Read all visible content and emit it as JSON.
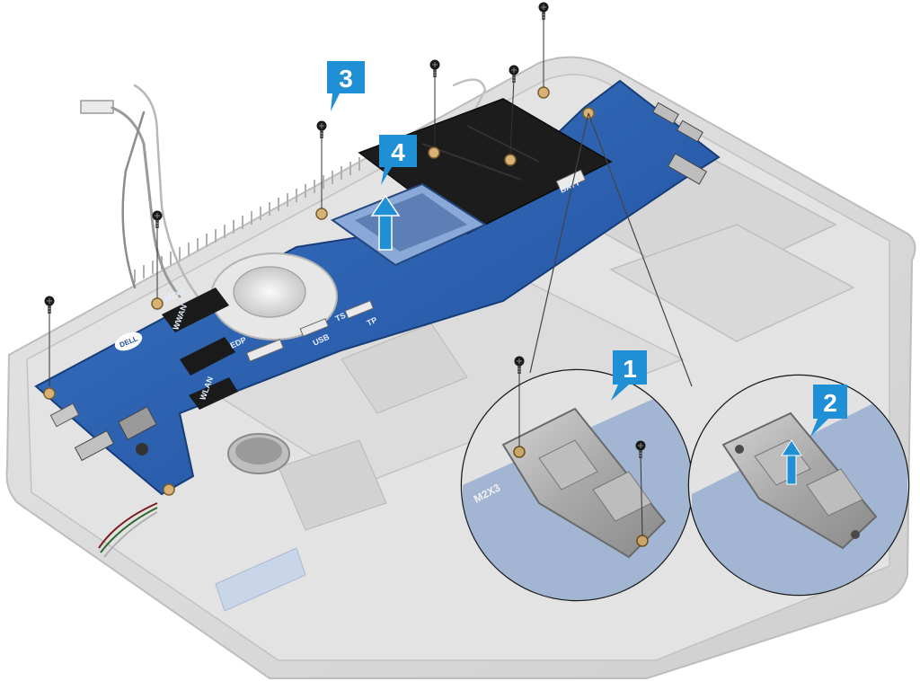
{
  "figure": {
    "accent_color": "#1f8fd6",
    "pcb_color": "#2f64b4",
    "chassis_color": "#d8d8d8",
    "callouts": [
      {
        "id": "step-1",
        "label": "1"
      },
      {
        "id": "step-2",
        "label": "2"
      },
      {
        "id": "step-3",
        "label": "3"
      },
      {
        "id": "step-4",
        "label": "4"
      }
    ],
    "board_labels": {
      "logo": "DELL",
      "m2x3": "M2X3",
      "wwan": "WWAN",
      "wlan": "WLAN",
      "edp": "EDP",
      "usb": "USB",
      "tp": "TP",
      "ts": "TS",
      "batt": "BATT",
      "detail_m2x3": "M2X3"
    },
    "icons": [
      "screw-icon",
      "up-arrow-icon"
    ]
  }
}
